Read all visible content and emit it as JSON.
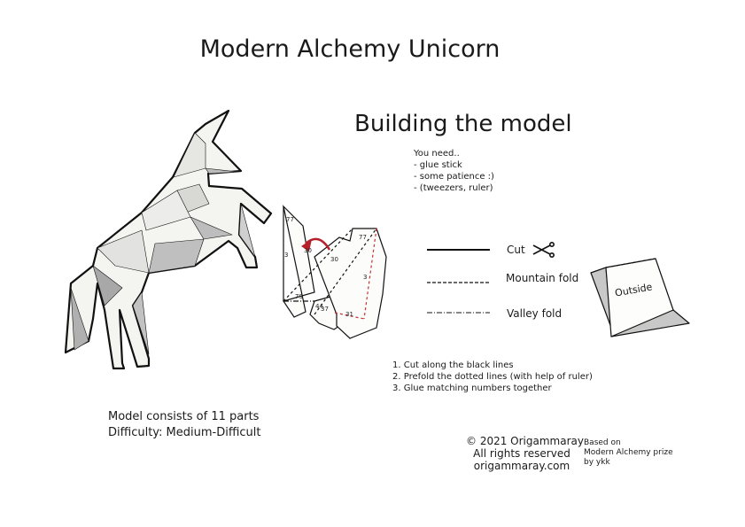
{
  "title": "Modern Alchemy Unicorn",
  "subtitle": "Building the model",
  "you_need": {
    "heading": "You need..",
    "items": [
      "- glue stick",
      "- some patience :)",
      "- (tweezers, ruler)"
    ]
  },
  "legend": {
    "cut": "Cut",
    "mountain": "Mountain fold",
    "valley": "Valley fold",
    "outside": "Outside"
  },
  "diagram_numbers": [
    "77",
    "3",
    "30",
    "30",
    "77",
    "3",
    "79",
    "44",
    "37",
    "31"
  ],
  "steps": [
    "1. Cut along the black lines",
    "2. Prefold the dotted lines (with help of ruler)",
    "3. Glue matching numbers together"
  ],
  "model_info": {
    "parts": "Model consists of 11 parts",
    "difficulty": "Difficulty: Medium-Difficult"
  },
  "copyright": {
    "line1": "© 2021 Origammaray",
    "line2": "All rights reserved",
    "line3": "origammaray.com"
  },
  "based_on": [
    "Based on",
    "Modern Alchemy prize",
    "by ykk"
  ],
  "colors": {
    "arrow": "#b5202a",
    "shade": "#c8c8c8",
    "dark_shade": "#9a9a9a"
  }
}
